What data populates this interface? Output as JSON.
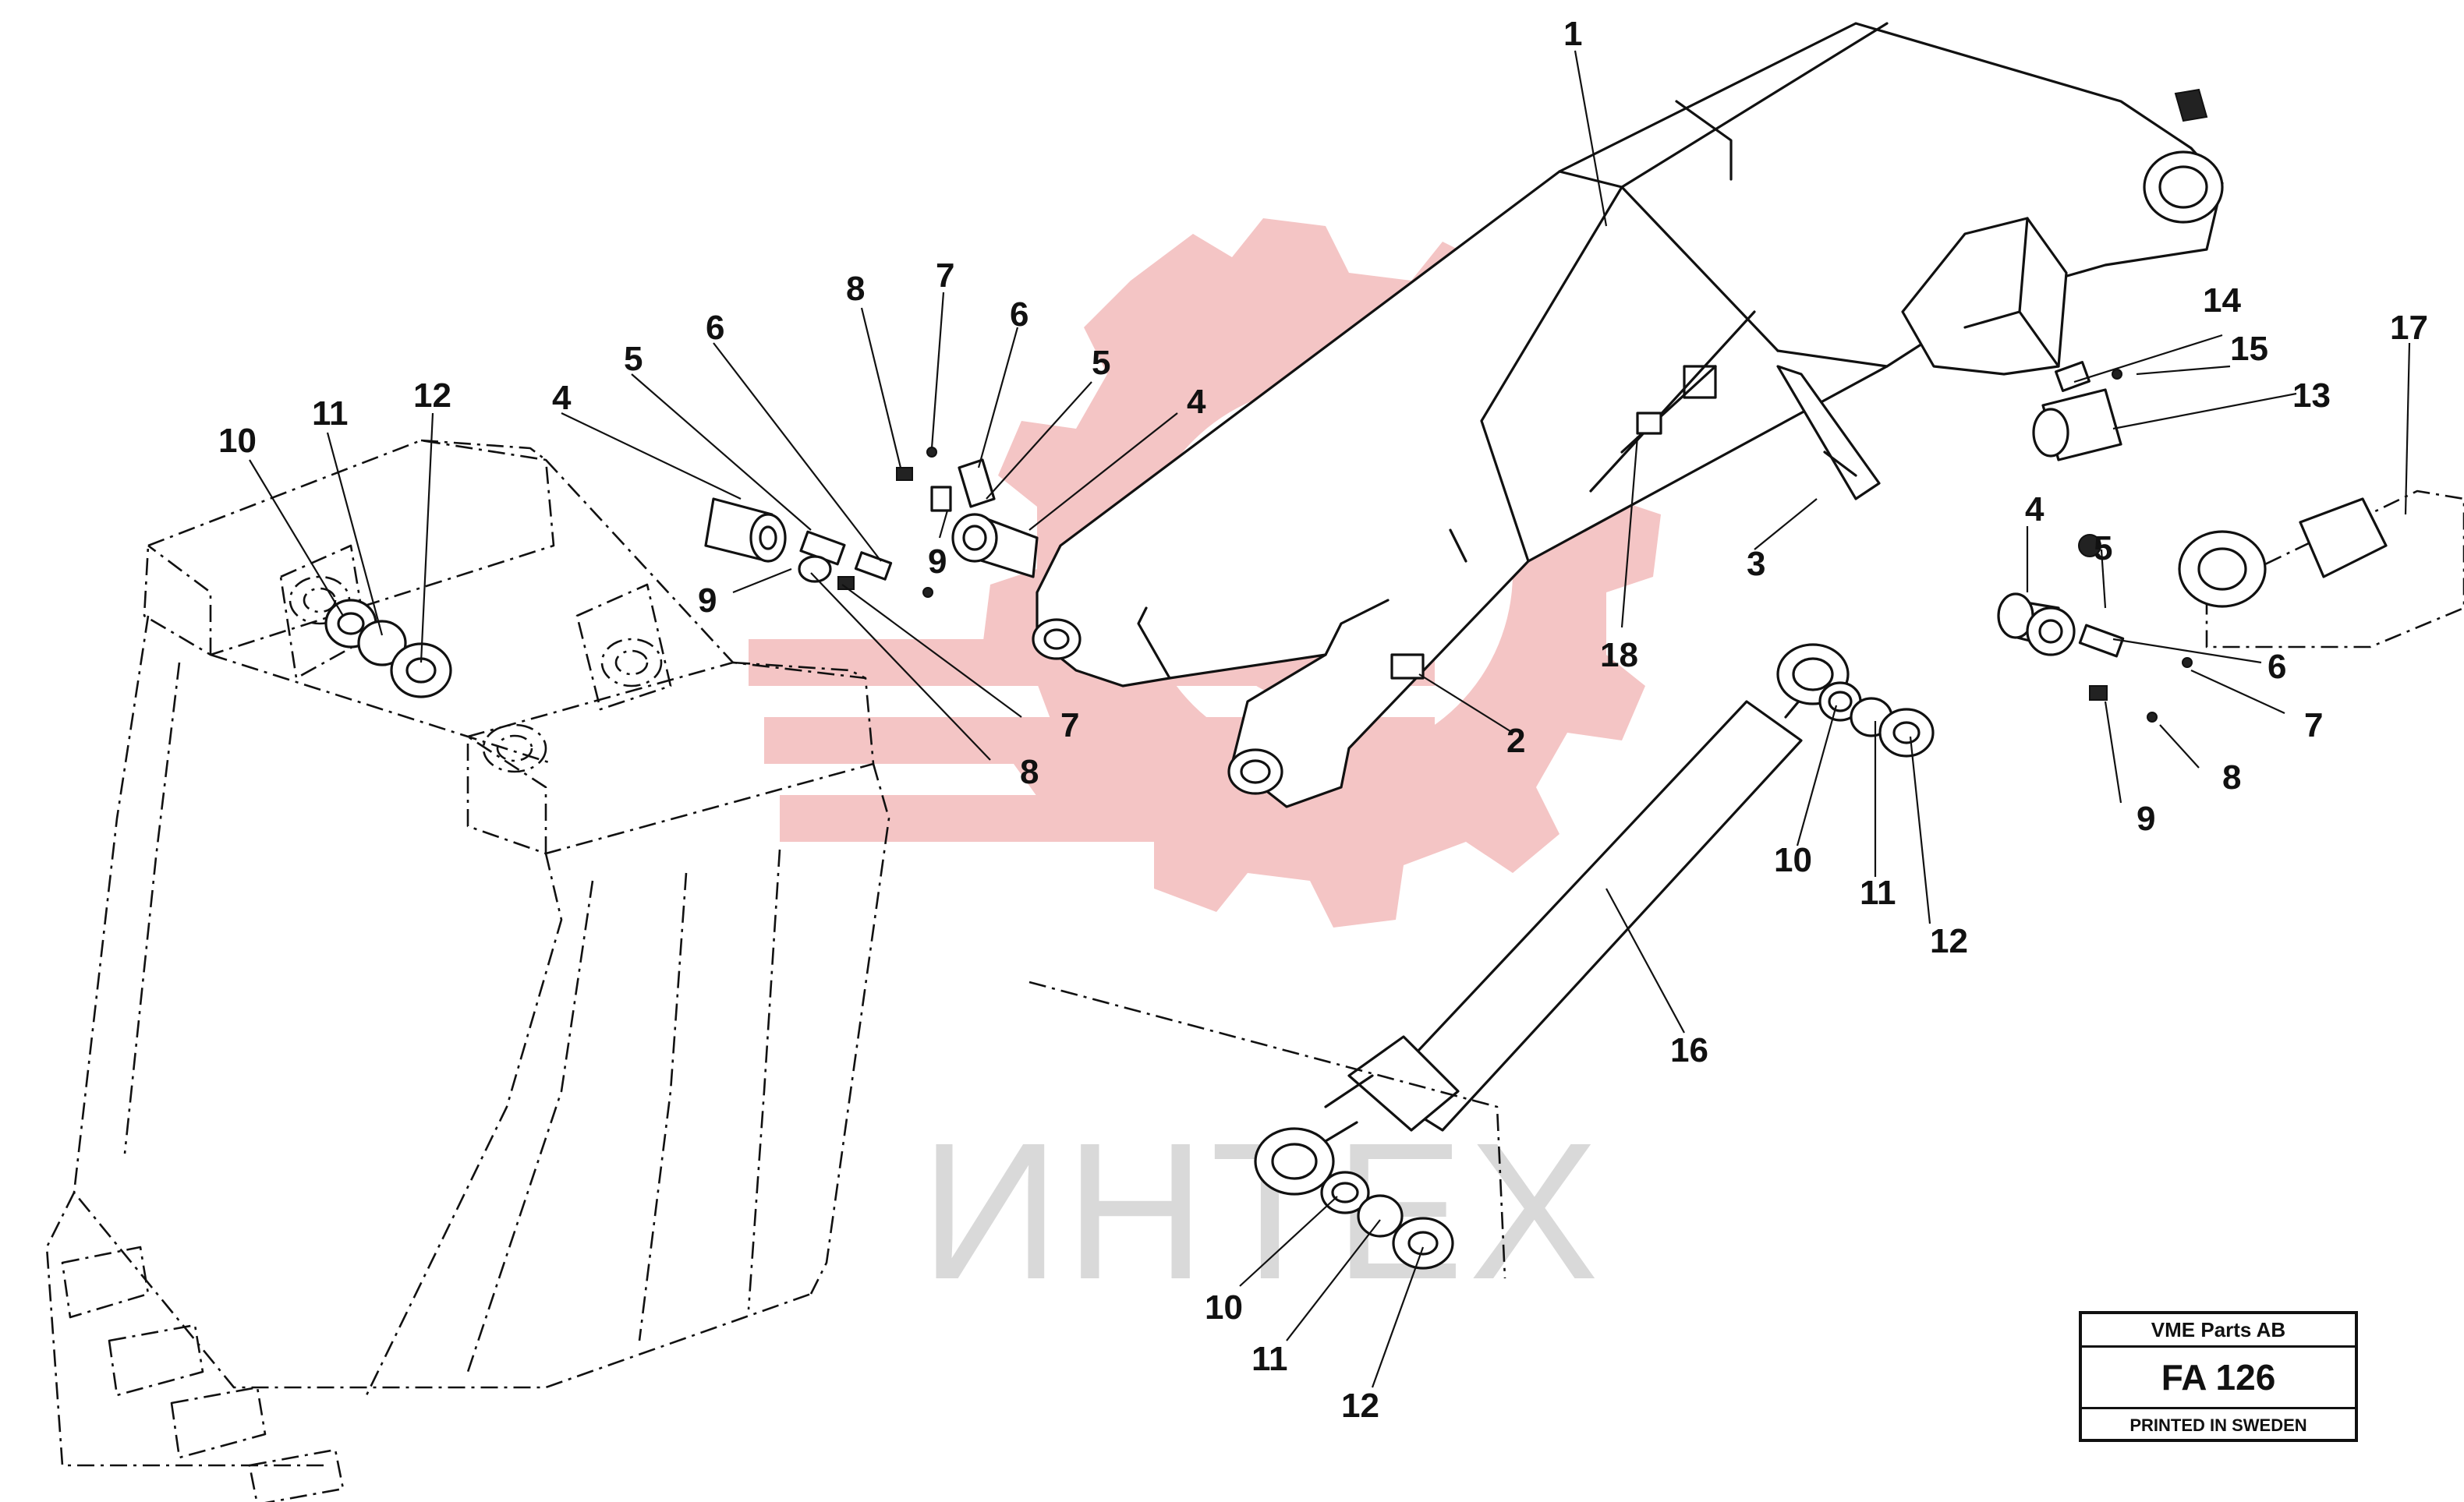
{
  "watermark": {
    "text": "ИНТЕХ",
    "gear_color": "#f4c5c5",
    "text_color": "#d9d9d9"
  },
  "title_block": {
    "company": "VME Parts AB",
    "code": "FA 126",
    "printed": "PRINTED IN SWEDEN"
  },
  "callouts": {
    "c1": "1",
    "c2": "2",
    "c3": "3",
    "c4a": "4",
    "c4b": "4",
    "c4c": "4",
    "c5a": "5",
    "c5b": "5",
    "c5c": "5",
    "c6a": "6",
    "c6b": "6",
    "c6c": "6",
    "c7a": "7",
    "c7b": "7",
    "c7c": "7",
    "c8a": "8",
    "c8b": "8",
    "c8c": "8",
    "c9a": "9",
    "c9b": "9",
    "c9c": "9",
    "c10a": "10",
    "c10b": "10",
    "c10c": "10",
    "c11a": "11",
    "c11b": "11",
    "c11c": "11",
    "c12a": "12",
    "c12b": "12",
    "c12c": "12",
    "c13": "13",
    "c14": "14",
    "c15": "15",
    "c16": "16",
    "c17": "17",
    "c18": "18"
  }
}
